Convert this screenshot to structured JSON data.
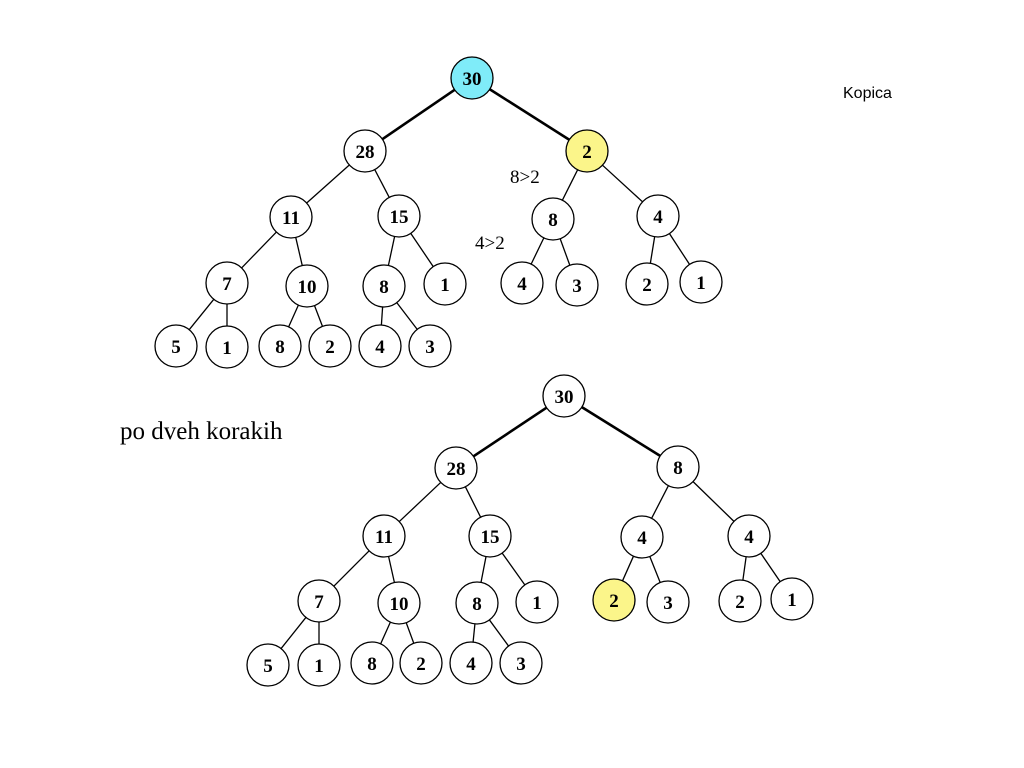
{
  "slide_title": "Kopica",
  "caption": "po dveh korakih",
  "colors": {
    "root_highlight": "#7fecf9",
    "moved_highlight": "#fbf58a",
    "stroke": "#000000",
    "node_fill": "#ffffff"
  },
  "tree_before": {
    "nodes": [
      {
        "id": "a1",
        "label": "30",
        "highlight": "root_highlight"
      },
      {
        "id": "a2",
        "label": "28"
      },
      {
        "id": "a3",
        "label": "2",
        "highlight": "moved_highlight"
      },
      {
        "id": "a4",
        "label": "11"
      },
      {
        "id": "a5",
        "label": "15"
      },
      {
        "id": "a6",
        "label": "8"
      },
      {
        "id": "a7",
        "label": "4"
      },
      {
        "id": "a8",
        "label": "7"
      },
      {
        "id": "a9",
        "label": "10"
      },
      {
        "id": "a10",
        "label": "8"
      },
      {
        "id": "a11",
        "label": "1"
      },
      {
        "id": "a12",
        "label": "4"
      },
      {
        "id": "a13",
        "label": "3"
      },
      {
        "id": "a14",
        "label": "2"
      },
      {
        "id": "a15",
        "label": "1"
      },
      {
        "id": "a16",
        "label": "5"
      },
      {
        "id": "a17",
        "label": "1"
      },
      {
        "id": "a18",
        "label": "8"
      },
      {
        "id": "a19",
        "label": "2"
      },
      {
        "id": "a20",
        "label": "4"
      },
      {
        "id": "a21",
        "label": "3"
      }
    ],
    "edges": [
      [
        "a1",
        "a2"
      ],
      [
        "a1",
        "a3"
      ],
      [
        "a2",
        "a4"
      ],
      [
        "a2",
        "a5"
      ],
      [
        "a3",
        "a6"
      ],
      [
        "a3",
        "a7"
      ],
      [
        "a4",
        "a8"
      ],
      [
        "a4",
        "a9"
      ],
      [
        "a5",
        "a10"
      ],
      [
        "a5",
        "a11"
      ],
      [
        "a6",
        "a12"
      ],
      [
        "a6",
        "a13"
      ],
      [
        "a7",
        "a14"
      ],
      [
        "a7",
        "a15"
      ],
      [
        "a8",
        "a16"
      ],
      [
        "a8",
        "a17"
      ],
      [
        "a9",
        "a18"
      ],
      [
        "a9",
        "a19"
      ],
      [
        "a10",
        "a20"
      ],
      [
        "a10",
        "a21"
      ]
    ],
    "annotations": [
      "8>2",
      "4>2"
    ]
  },
  "tree_after": {
    "nodes": [
      {
        "id": "b1",
        "label": "30"
      },
      {
        "id": "b2",
        "label": "28"
      },
      {
        "id": "b3",
        "label": "8"
      },
      {
        "id": "b4",
        "label": "11"
      },
      {
        "id": "b5",
        "label": "15"
      },
      {
        "id": "b6",
        "label": "4"
      },
      {
        "id": "b7",
        "label": "4"
      },
      {
        "id": "b8",
        "label": "7"
      },
      {
        "id": "b9",
        "label": "10"
      },
      {
        "id": "b10",
        "label": "8"
      },
      {
        "id": "b11",
        "label": "1"
      },
      {
        "id": "b12",
        "label": "2",
        "highlight": "moved_highlight"
      },
      {
        "id": "b13",
        "label": "3"
      },
      {
        "id": "b14",
        "label": "2"
      },
      {
        "id": "b15",
        "label": "1"
      },
      {
        "id": "b16",
        "label": "5"
      },
      {
        "id": "b17",
        "label": "1"
      },
      {
        "id": "b18",
        "label": "8"
      },
      {
        "id": "b19",
        "label": "2"
      },
      {
        "id": "b20",
        "label": "4"
      },
      {
        "id": "b21",
        "label": "3"
      }
    ],
    "edges": [
      [
        "b1",
        "b2"
      ],
      [
        "b1",
        "b3"
      ],
      [
        "b2",
        "b4"
      ],
      [
        "b2",
        "b5"
      ],
      [
        "b3",
        "b6"
      ],
      [
        "b3",
        "b7"
      ],
      [
        "b4",
        "b8"
      ],
      [
        "b4",
        "b9"
      ],
      [
        "b5",
        "b10"
      ],
      [
        "b5",
        "b11"
      ],
      [
        "b6",
        "b12"
      ],
      [
        "b6",
        "b13"
      ],
      [
        "b7",
        "b14"
      ],
      [
        "b7",
        "b15"
      ],
      [
        "b8",
        "b16"
      ],
      [
        "b8",
        "b17"
      ],
      [
        "b9",
        "b18"
      ],
      [
        "b9",
        "b19"
      ],
      [
        "b10",
        "b20"
      ],
      [
        "b10",
        "b21"
      ]
    ]
  }
}
